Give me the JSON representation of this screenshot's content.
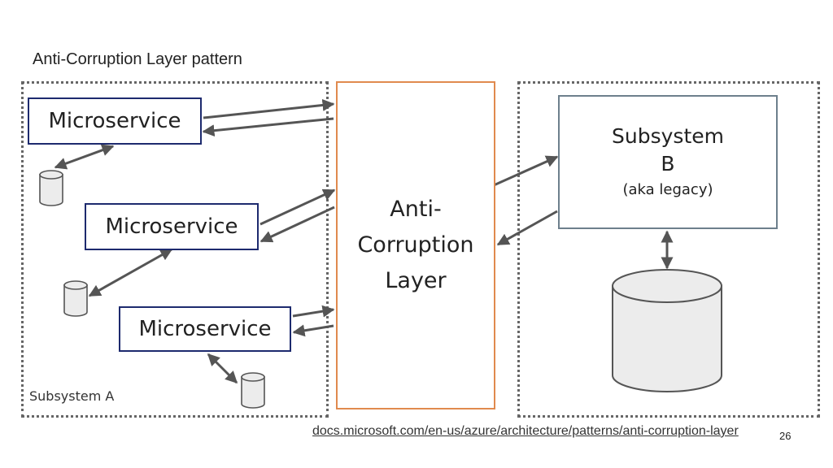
{
  "title": "Anti-Corruption Layer pattern",
  "subsystem_a": {
    "label": "Subsystem A"
  },
  "microservices": [
    "Microservice",
    "Microservice",
    "Microservice"
  ],
  "acl": {
    "lines": [
      "Anti-",
      "Corruption",
      "Layer"
    ]
  },
  "subsystem_b": {
    "title_line1": "Subsystem",
    "title_line2": "B",
    "subtitle": "(aka legacy)"
  },
  "footer": {
    "link": "docs.microsoft.com/en-us/azure/architecture/patterns/anti-corruption-layer",
    "page_number": "26"
  },
  "colors": {
    "microservice_border": "#1d2a6e",
    "acl_border": "#e08a4e",
    "subsystem_b_border": "#6d7f8c",
    "arrow": "#555555"
  }
}
